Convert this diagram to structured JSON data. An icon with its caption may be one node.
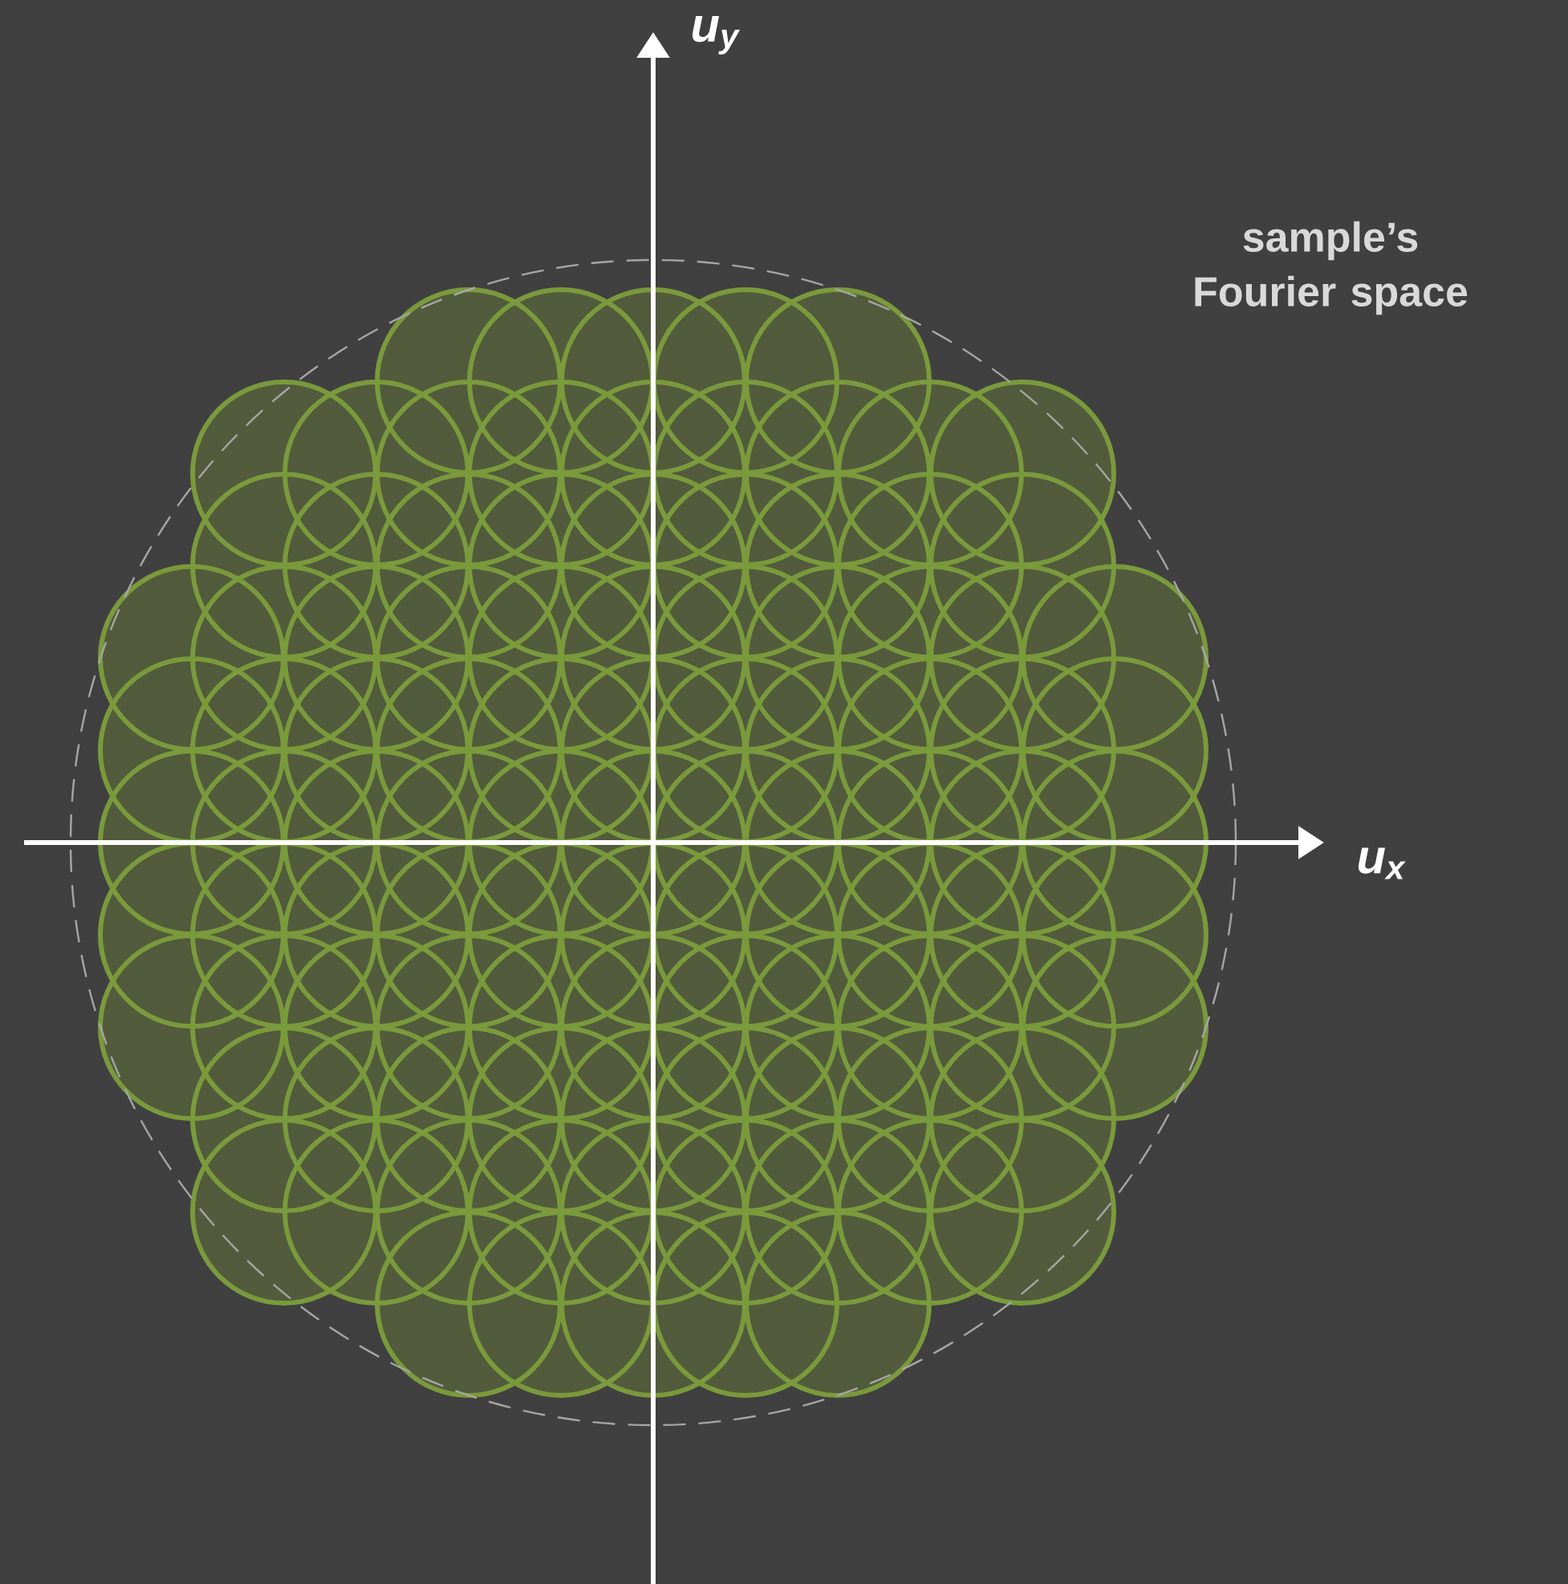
{
  "diagram": {
    "labels": [
      "u$_{y}$",
      "sample’s Fourier space",
      "u$_{x}$"
    ]
  }
}
